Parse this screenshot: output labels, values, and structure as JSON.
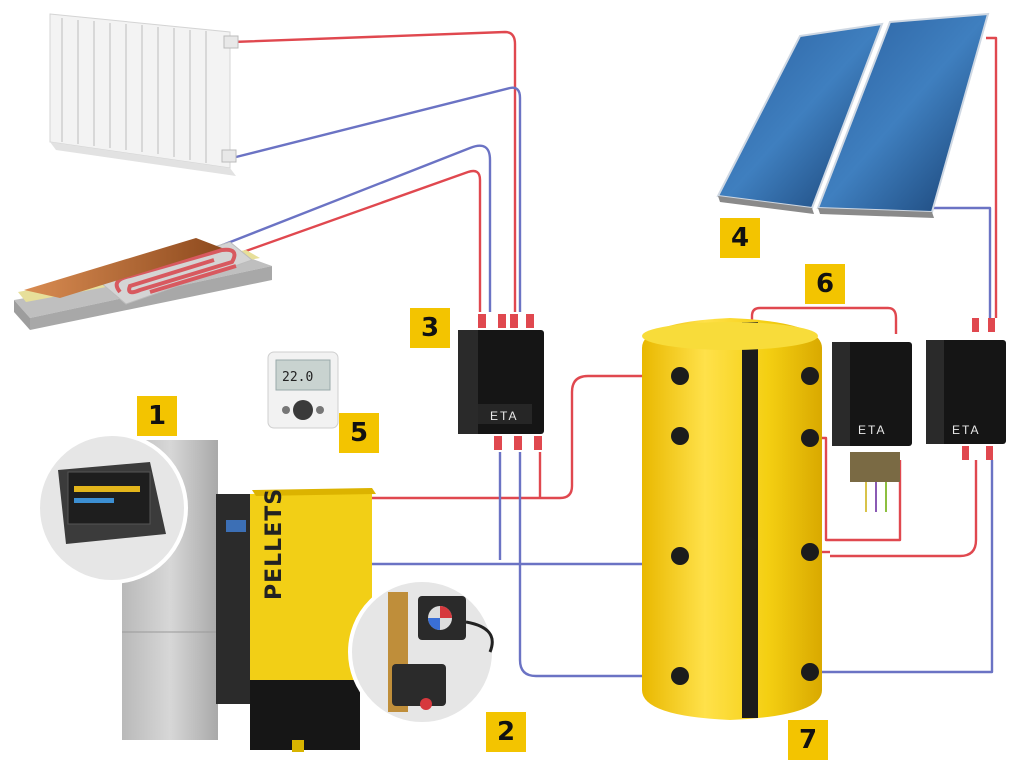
{
  "labels": {
    "boiler": "1",
    "pump_group": "2",
    "heating_module": "3",
    "solar_collector": "4",
    "room_thermostat": "5",
    "fresh_water_module": "6",
    "buffer_tank": "7"
  },
  "boiler_text": "PELLETS",
  "brand": "ETA",
  "thermostat_display": "22.0",
  "colors": {
    "supply_pipe": "#e0484f",
    "return_pipe": "#6b73c4",
    "label_bg": "#f3c400",
    "tank_yellow": "#f6d21a",
    "module_black": "#111111"
  },
  "icons": [
    "radiator-icon",
    "underfloor-heating-icon",
    "solar-panel-icon",
    "thermostat-icon",
    "pellet-boiler-icon",
    "touch-display-icon",
    "pump-valve-icon",
    "buffer-tank-icon"
  ]
}
